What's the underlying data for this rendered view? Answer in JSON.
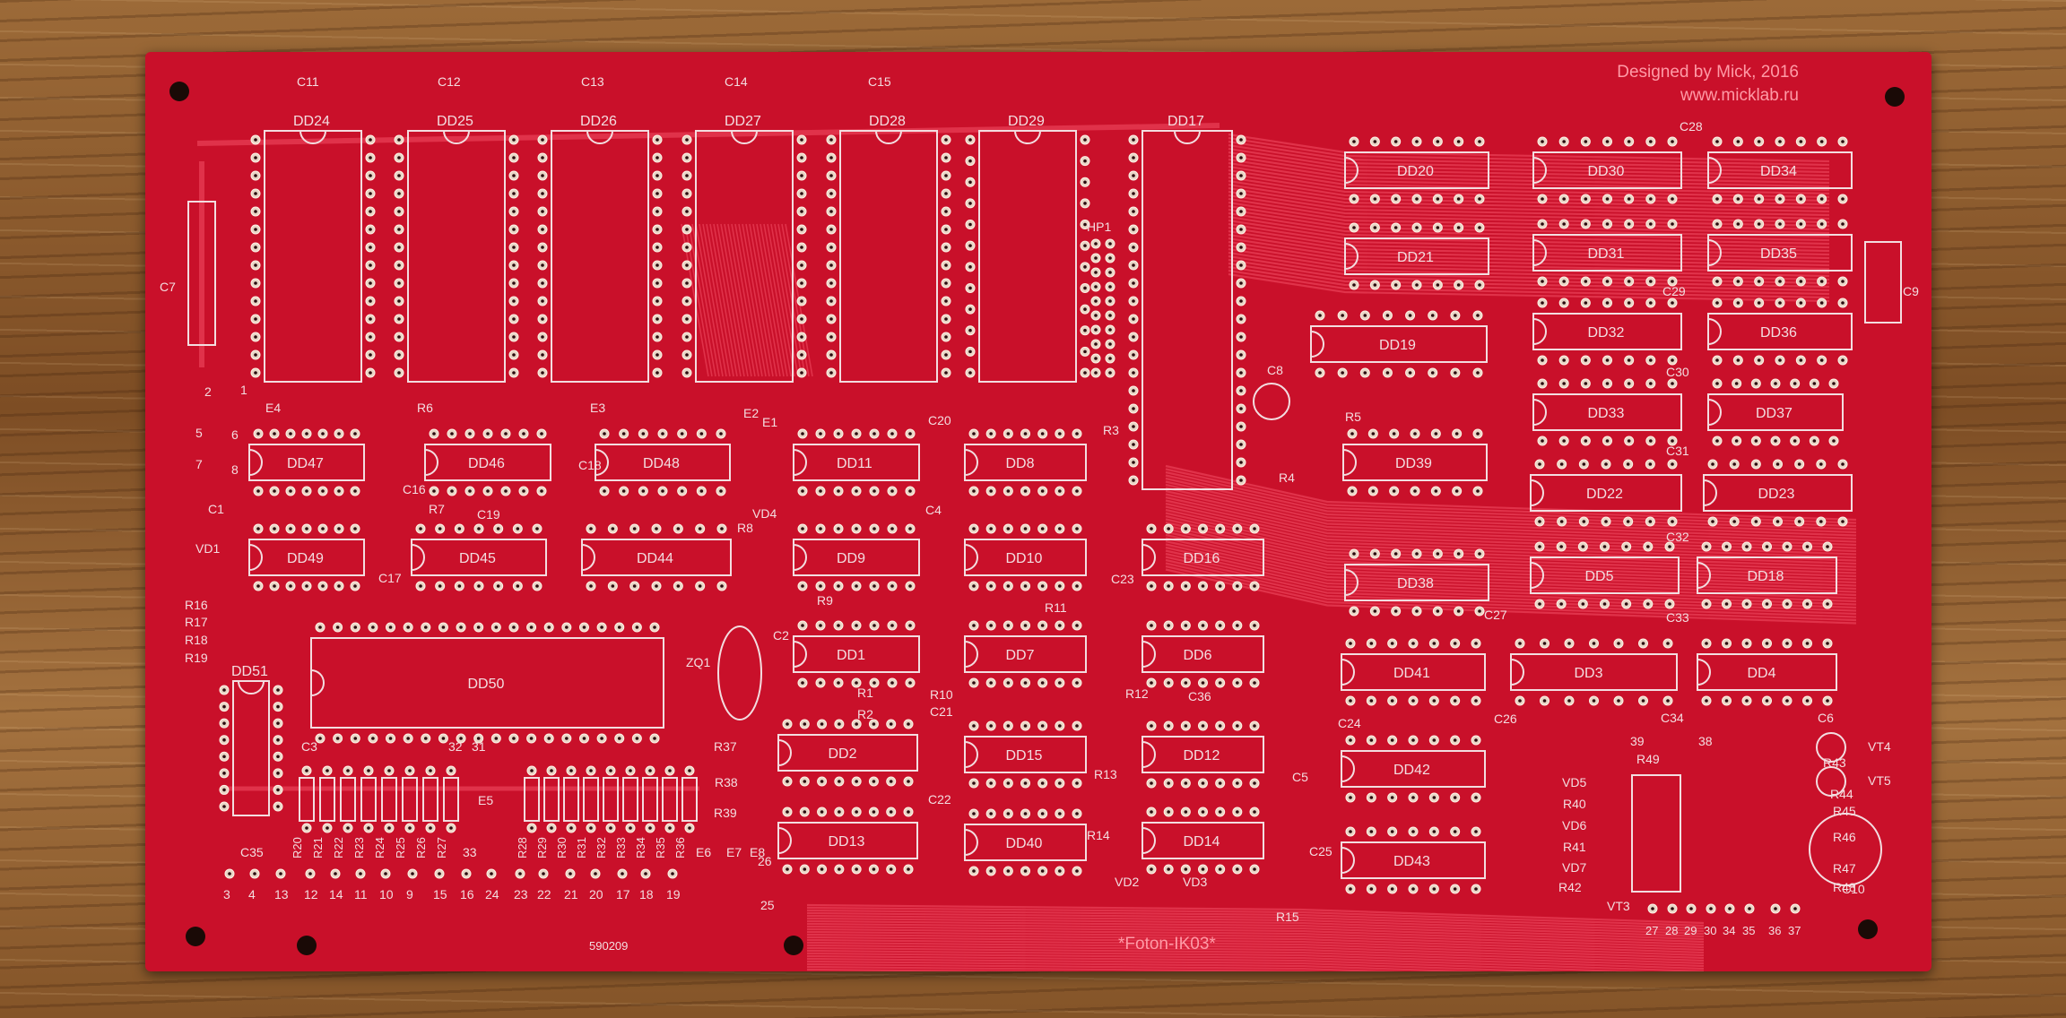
{
  "board": {
    "designer_line": "Designed by Mick, 2016",
    "url_line": "www.micklab.ru",
    "title": "*Foton-IK03*",
    "serial": "590209",
    "colors": {
      "solder_mask": "#c9102a",
      "silkscreen": "#f3dde0",
      "copper": "#d9c3b0",
      "wood": "#8a5a2e"
    }
  },
  "chips": [
    {
      "ref": "DD24",
      "pins": 14
    },
    {
      "ref": "DD25",
      "pins": 14
    },
    {
      "ref": "DD26",
      "pins": 14
    },
    {
      "ref": "DD27",
      "pins": 14
    },
    {
      "ref": "DD28",
      "pins": 14
    },
    {
      "ref": "DD29",
      "pins": 12
    },
    {
      "ref": "DD17",
      "pins": 20
    },
    {
      "ref": "DD20",
      "pins": 7
    },
    {
      "ref": "DD21",
      "pins": 7
    },
    {
      "ref": "DD19",
      "pins": 8
    },
    {
      "ref": "DD30",
      "pins": 7
    },
    {
      "ref": "DD34",
      "pins": 7
    },
    {
      "ref": "DD31",
      "pins": 7
    },
    {
      "ref": "DD35",
      "pins": 7
    },
    {
      "ref": "DD32",
      "pins": 7
    },
    {
      "ref": "DD36",
      "pins": 7
    },
    {
      "ref": "DD33",
      "pins": 7
    },
    {
      "ref": "DD37",
      "pins": 7
    },
    {
      "ref": "DD47",
      "pins": 7
    },
    {
      "ref": "DD46",
      "pins": 7
    },
    {
      "ref": "DD48",
      "pins": 7
    },
    {
      "ref": "DD11",
      "pins": 7
    },
    {
      "ref": "DD8",
      "pins": 7
    },
    {
      "ref": "DD39",
      "pins": 7
    },
    {
      "ref": "DD22",
      "pins": 7
    },
    {
      "ref": "DD23",
      "pins": 7
    },
    {
      "ref": "DD49",
      "pins": 7
    },
    {
      "ref": "DD45",
      "pins": 7
    },
    {
      "ref": "DD44",
      "pins": 7
    },
    {
      "ref": "DD9",
      "pins": 7
    },
    {
      "ref": "DD10",
      "pins": 7
    },
    {
      "ref": "DD16",
      "pins": 7
    },
    {
      "ref": "DD38",
      "pins": 7
    },
    {
      "ref": "DD5",
      "pins": 7
    },
    {
      "ref": "DD18",
      "pins": 7
    },
    {
      "ref": "DD50",
      "pins": 20
    },
    {
      "ref": "DD1",
      "pins": 7
    },
    {
      "ref": "DD7",
      "pins": 7
    },
    {
      "ref": "DD6",
      "pins": 7
    },
    {
      "ref": "DD41",
      "pins": 7
    },
    {
      "ref": "DD3",
      "pins": 7
    },
    {
      "ref": "DD4",
      "pins": 7
    },
    {
      "ref": "DD2",
      "pins": 8
    },
    {
      "ref": "DD15",
      "pins": 7
    },
    {
      "ref": "DD12",
      "pins": 7
    },
    {
      "ref": "DD42",
      "pins": 7
    },
    {
      "ref": "DD13",
      "pins": 8
    },
    {
      "ref": "DD40",
      "pins": 7
    },
    {
      "ref": "DD14",
      "pins": 7
    },
    {
      "ref": "DD43",
      "pins": 7
    },
    {
      "ref": "DD51",
      "pins": 7
    }
  ],
  "labels": [
    "C11",
    "C12",
    "C13",
    "C14",
    "C15",
    "C28",
    "C7",
    "C9",
    "C29",
    "C30",
    "C31",
    "C32",
    "C33",
    "C34",
    "HP1",
    "C8",
    "R5",
    "R3",
    "C20",
    "E2",
    "E1",
    "E4",
    "R6",
    "E3",
    "R4",
    "C16",
    "C18",
    "C17",
    "C19",
    "C1",
    "R7",
    "VD1",
    "VD4",
    "R8",
    "C4",
    "C23",
    "C27",
    "R9",
    "R11",
    "C2",
    "ZQ1",
    "R1",
    "R2",
    "R10",
    "C21",
    "R12",
    "C36",
    "C24",
    "C26",
    "C6",
    "VT4",
    "VT5",
    "C3",
    "C35",
    "R37",
    "R38",
    "R39",
    "E5",
    "E6",
    "E7",
    "E8",
    "R13",
    "C22",
    "R14",
    "C5",
    "C25",
    "VD2",
    "VD3",
    "R15",
    "C10",
    "R16",
    "R17",
    "R18",
    "R19",
    "R43",
    "R44",
    "R45",
    "R46",
    "R47",
    "R48",
    "R49",
    "VD5",
    "VD6",
    "VD7",
    "R40",
    "R41",
    "R42",
    "VT3",
    "1",
    "2",
    "5",
    "6",
    "7",
    "8",
    "32",
    "31",
    "33",
    "26",
    "25",
    "39",
    "38"
  ],
  "resistor_arrays": {
    "left": [
      "R20",
      "R21",
      "R22",
      "R23",
      "R24",
      "R25",
      "R26",
      "R27"
    ],
    "right": [
      "R28",
      "R29",
      "R30",
      "R31",
      "R32",
      "R33",
      "R34",
      "R35",
      "R36"
    ]
  },
  "bottom_pins": [
    "3",
    "4",
    "13",
    "12",
    "14",
    "11",
    "10",
    "9",
    "15",
    "16",
    "24",
    "23",
    "22",
    "21",
    "20",
    "17",
    "18",
    "19"
  ],
  "right_bottom_pins": [
    "27",
    "28",
    "29",
    "30",
    "34",
    "35",
    "36",
    "37"
  ]
}
